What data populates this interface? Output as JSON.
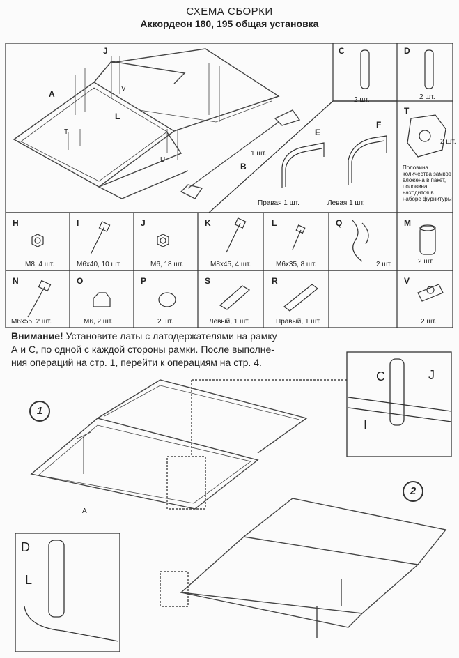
{
  "header": {
    "title": "СХЕМА СБОРКИ",
    "subtitle": "Аккордеон 180, 195 общая установка"
  },
  "frame_labels": {
    "A": "A",
    "B": "B",
    "B_qty": "1 шт.",
    "T": "T",
    "U": "U",
    "V": "V",
    "J": "J",
    "L": "L"
  },
  "top_parts": {
    "C": {
      "letter": "C",
      "qty": "2 шт."
    },
    "D": {
      "letter": "D",
      "qty": "2 шт."
    },
    "E": {
      "letter": "E",
      "caption": "Правая 1 шт."
    },
    "F": {
      "letter": "F",
      "caption": "Левая 1 шт."
    },
    "T": {
      "letter": "T",
      "qty": "2 шт.",
      "note": [
        "Половина",
        "количества замков",
        "вложена в пакет,",
        "половина",
        "находится в",
        "наборе фурнитуры"
      ]
    }
  },
  "parts_row1": [
    {
      "letter": "H",
      "caption": "M8, 4 шт."
    },
    {
      "letter": "I",
      "caption": "M6x40, 10 шт."
    },
    {
      "letter": "J",
      "caption": "M6, 18 шт."
    },
    {
      "letter": "K",
      "caption": "M8x45, 4 шт."
    },
    {
      "letter": "L",
      "caption": "M6x35, 8 шт."
    },
    {
      "letter": "Q",
      "caption": "2 шт."
    },
    {
      "letter": "M",
      "caption": "2 шт."
    }
  ],
  "parts_row2": [
    {
      "letter": "N",
      "caption": "M6x55, 2 шт."
    },
    {
      "letter": "O",
      "caption": "M6, 2 шт."
    },
    {
      "letter": "P",
      "caption": "2 шт."
    },
    {
      "letter": "S",
      "caption": "Левый, 1 шт."
    },
    {
      "letter": "R",
      "caption": "Правый, 1 шт."
    },
    {
      "letter": "V",
      "caption": "2 шт."
    }
  ],
  "warning": {
    "label": "Внимание!",
    "line1": " Установите латы с латодержателями на рамку",
    "line2": "А и С, по одной с каждой стороны рамки. После выполне-",
    "line3": "ния операций на стр. 1, перейти к операциям на стр. 4."
  },
  "steps": {
    "one": "1",
    "two": "2"
  },
  "detail_labels": {
    "C": "C",
    "J": "J",
    "I": "I",
    "D": "D",
    "L": "L",
    "A": "A"
  }
}
